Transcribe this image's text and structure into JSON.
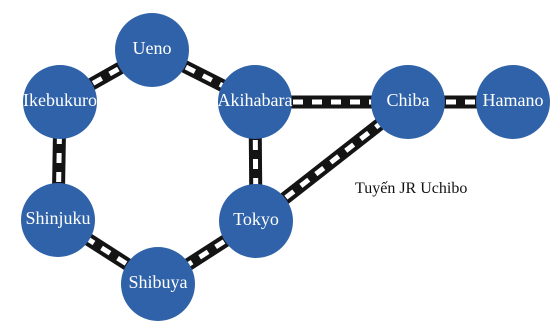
{
  "colors": {
    "station_fill": "#2f62a8",
    "station_text": "#ffffff",
    "track_rail": "#141414",
    "track_tie": "#ffffff",
    "background": "#ffffff"
  },
  "stations": {
    "ueno": "Ueno",
    "ikebukuro": "Ikebukuro",
    "akihabara": "Akihabara",
    "chiba": "Chiba",
    "hamano": "Hamano",
    "shinjuku": "Shinjuku",
    "tokyo": "Tokyo",
    "shibuya": "Shibuya"
  },
  "line_label": "Tuyến JR Uchibo",
  "connections": [
    [
      "ueno",
      "akihabara"
    ],
    [
      "akihabara",
      "tokyo"
    ],
    [
      "tokyo",
      "shibuya"
    ],
    [
      "shibuya",
      "shinjuku"
    ],
    [
      "shinjuku",
      "ikebukuro"
    ],
    [
      "ikebukuro",
      "ueno"
    ],
    [
      "akihabara",
      "chiba"
    ],
    [
      "chiba",
      "hamano"
    ],
    [
      "tokyo",
      "chiba"
    ]
  ]
}
